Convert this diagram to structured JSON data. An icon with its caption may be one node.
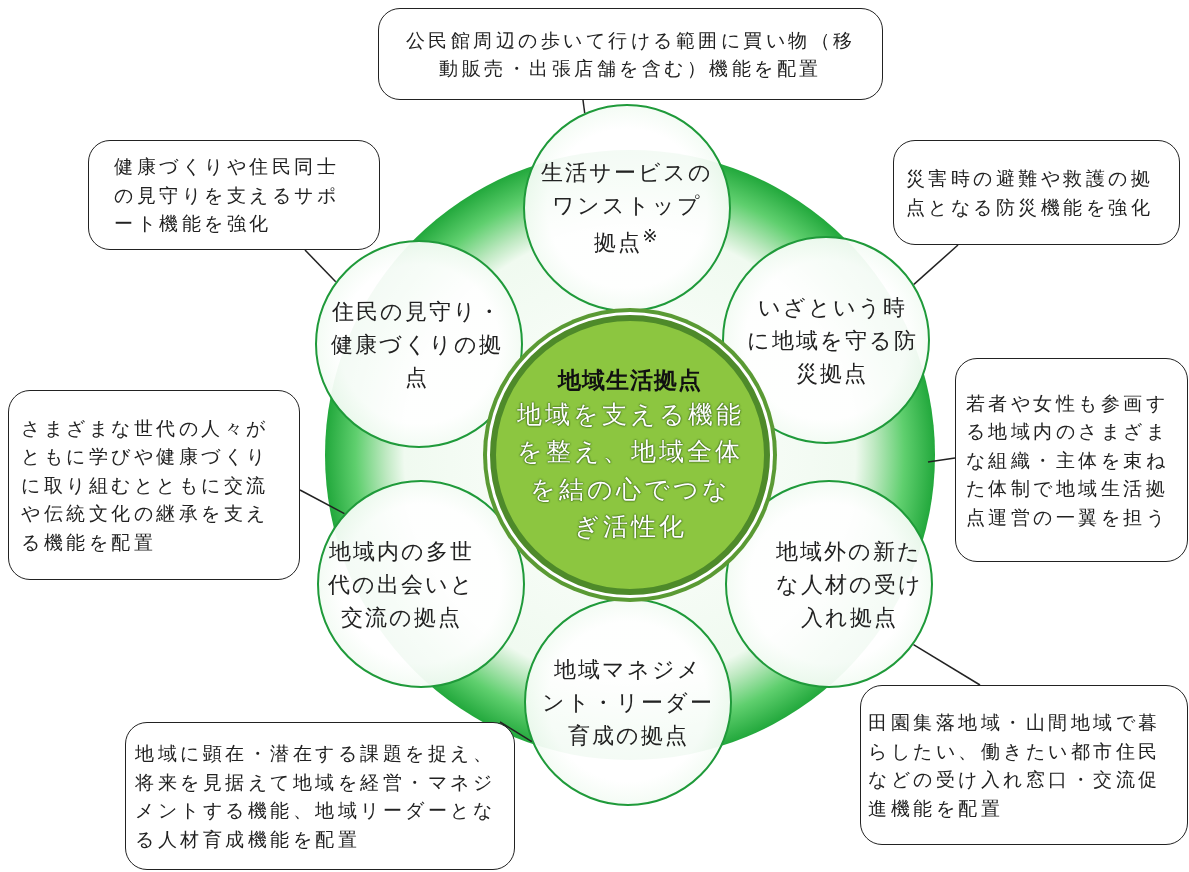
{
  "diagram": {
    "nodes": [
      {
        "text": [
          "地域生活拠点",
          "地域を支える機能を整え、地域全体を結の心でつなぎ活性化"
        ]
      },
      {
        "text": [
          "生活サービスのワンストップ拠点$^{※}$"
        ]
      },
      {
        "text": [
          "いざという時に地域を守る防災拠点"
        ]
      },
      {
        "text": [
          "地域外の新たな人材の受け入れ拠点"
        ]
      },
      {
        "text": [
          "地域マネジメント・リーダー育成の拠点"
        ]
      },
      {
        "text": [
          "地域内の多世代の出会いと交流の拠点"
        ]
      },
      {
        "text": [
          "住民の見守り・健康づくりの拠点"
        ]
      },
      {
        "text": [
          "公民館周辺の歩いて行ける範囲に買い物（移動販売・出張店舗を含む）機能を配置"
        ]
      },
      {
        "text": [
          "災害時の避難や救護の拠点となる防災機能を強化"
        ]
      },
      {
        "text": [
          "若者や女性も参画する地域内のさまざまな組織・主体を束ねた体制で地域生活拠点運営の一翼を担う"
        ]
      },
      {
        "text": [
          "田園集落地域・山間地域で暮らしたい、働きたい都市住民などの受け入れ窓口・交流促進機能を配置"
        ]
      },
      {
        "text": [
          "地域に顕在・潜在する課題を捉え、将来を見据えて地域を経営・マネジメントする機能、地域リーダーとなる人材育成機能を配置"
        ]
      },
      {
        "text": [
          "さまざまな世代の人々がともに学びや健康づくりに取り組むとともに交流や伝統文化の継承を支える機能を配置"
        ]
      },
      {
        "text": [
          "健康づくりや住民同士の見守りを支えるサポート機能を強化"
        ]
      }
    ],
    "edges": [
      {
        "from": 7,
        "to": 1,
        "arrow": "none"
      },
      {
        "from": 8,
        "to": 2,
        "arrow": "none"
      },
      {
        "from": 9,
        "to": null,
        "arrow": "none"
      },
      {
        "from": 10,
        "to": 3,
        "arrow": "none"
      },
      {
        "from": 11,
        "to": 4,
        "arrow": "none"
      },
      {
        "from": 12,
        "to": 5,
        "arrow": "none"
      },
      {
        "from": 13,
        "to": 6,
        "arrow": "none"
      }
    ]
  }
}
